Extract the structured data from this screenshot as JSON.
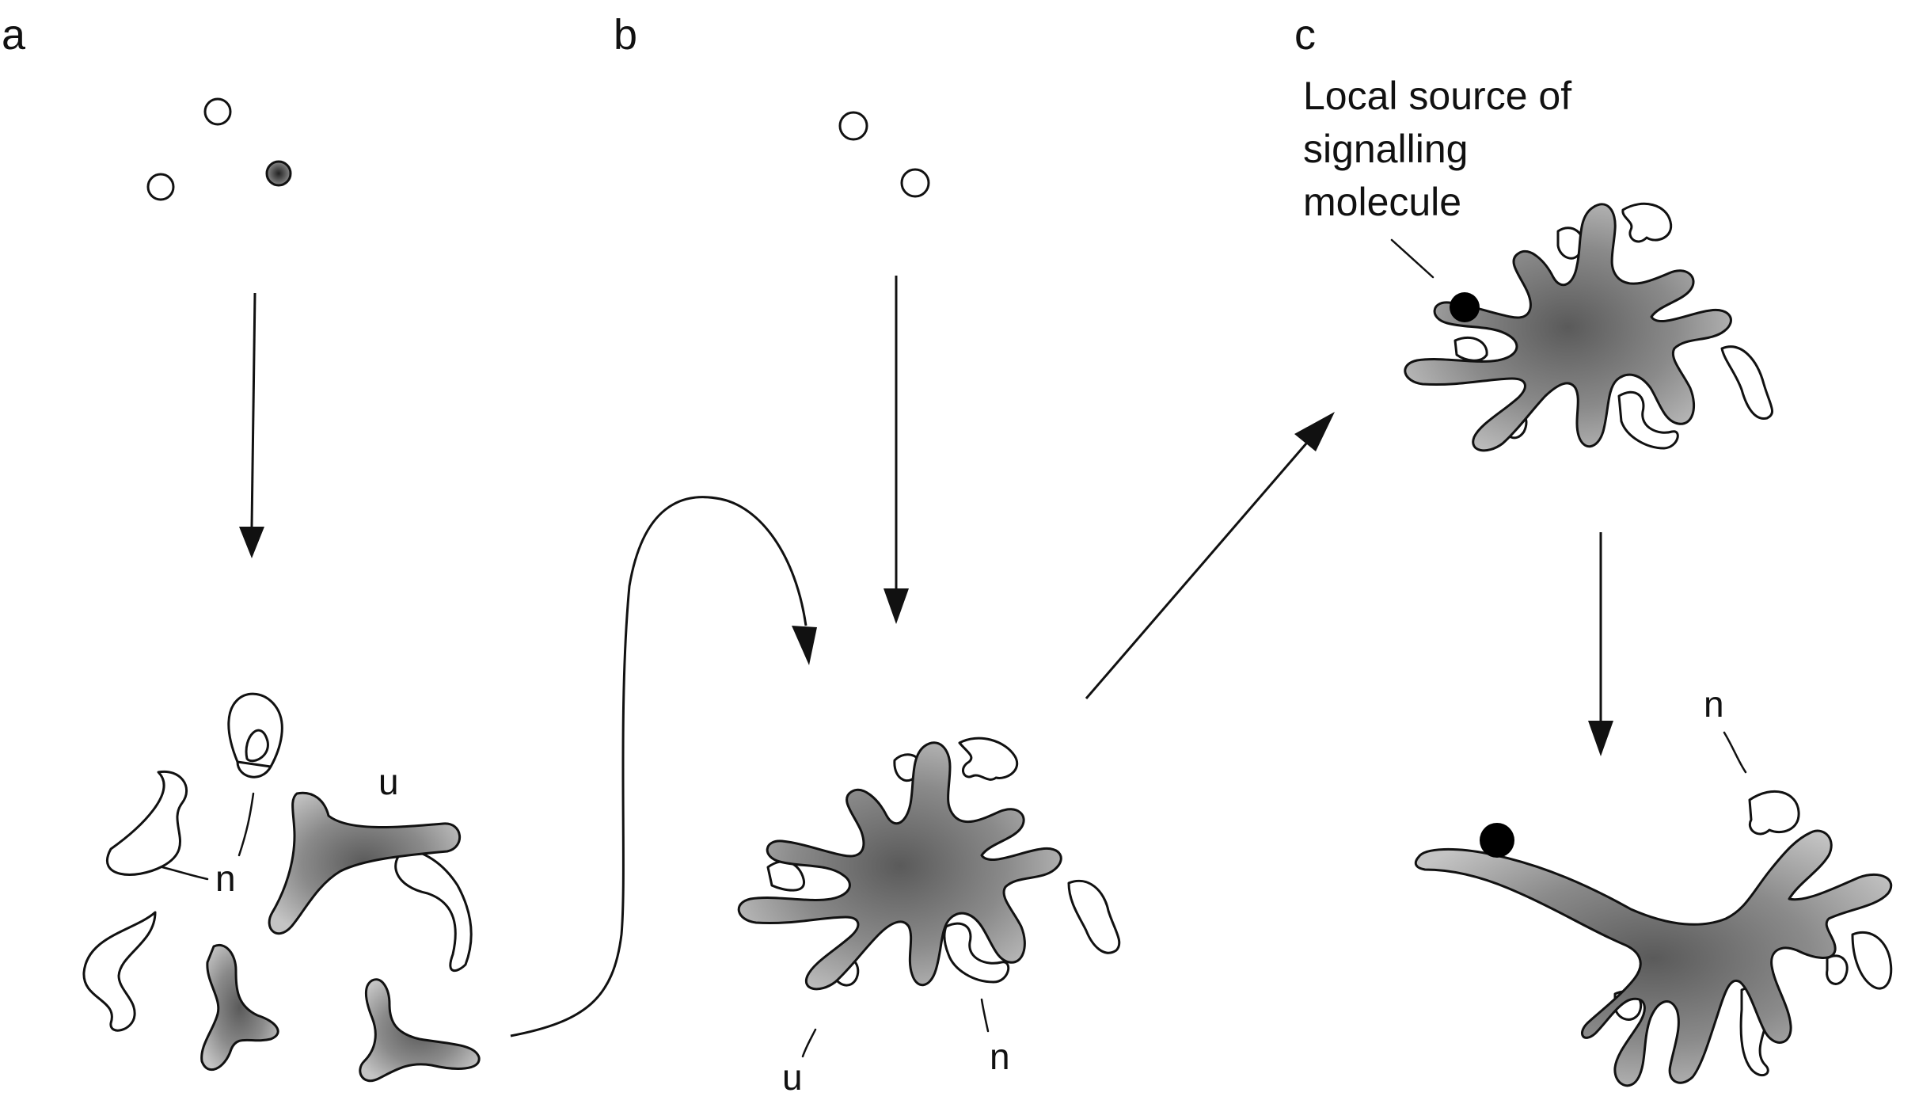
{
  "panels": {
    "a": {
      "label": "a"
    },
    "b": {
      "label": "b"
    },
    "c": {
      "label": "c"
    }
  },
  "labels": {
    "a_u": "u",
    "a_n": "n",
    "b_u": "u",
    "b_n": "n",
    "c_n": "n",
    "c_signal_line1": "Local source of",
    "c_signal_line2": "signalling",
    "c_signal_line3": "molecule"
  },
  "colors": {
    "ink": "#111111",
    "cell_fill_light": "#b4b4b4",
    "cell_fill_dark": "#5a5a5a",
    "signal_source": "#000000"
  }
}
